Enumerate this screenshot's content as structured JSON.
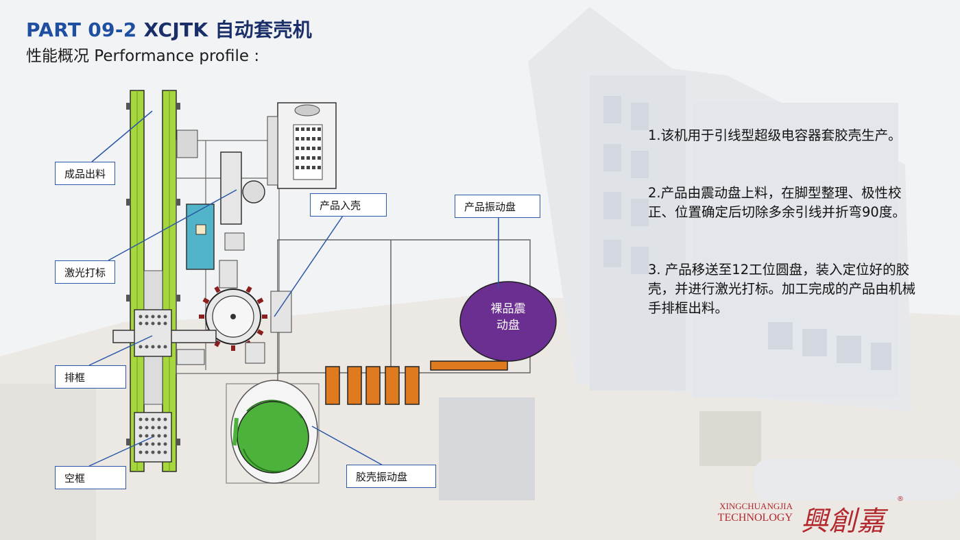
{
  "slide": {
    "title_prefix": "PART 09-2",
    "title_main": "XCJTK 自动套壳机",
    "subtitle": "性能概况 Performance profile :"
  },
  "callouts": {
    "finished_output": "成品出料",
    "laser_marking": "激光打标",
    "frame_arranging": "排框",
    "empty_frame": "空框",
    "product_casing": "产品入壳",
    "product_vibration_plate": "产品振动盘",
    "bare_product_vibration_plate": "裸品震\n动盘",
    "shell_vibration_plate": "胶壳振动盘"
  },
  "description": [
    "1.该机用于引线型超级电容器套胶壳生产。",
    "2.产品由震动盘上料，在脚型整理、极性校正、位置确定后切除多余引线并折弯90度。",
    "3. 产品移送至12工位圆盘，装入定位好的胶壳，并进行激光打标。加工完成的产品由机械手排框出料。"
  ],
  "brand": {
    "name_en_line1": "XINGCHUANGJIA",
    "name_en_line2": "TECHNOLOGY",
    "name_cn": "興創嘉",
    "registered": "®"
  },
  "colors": {
    "title": "#1a2f6a",
    "conveyor_green": "#a6d83e",
    "cyan_laser_unit": "#52b4c8",
    "bare_bowl_purple": "#6b2e91",
    "shell_bowl_green": "#4cb23b",
    "orange_track": "#e07a1f",
    "callout_border": "#2a57a8",
    "brand_red": "#b3282d"
  }
}
